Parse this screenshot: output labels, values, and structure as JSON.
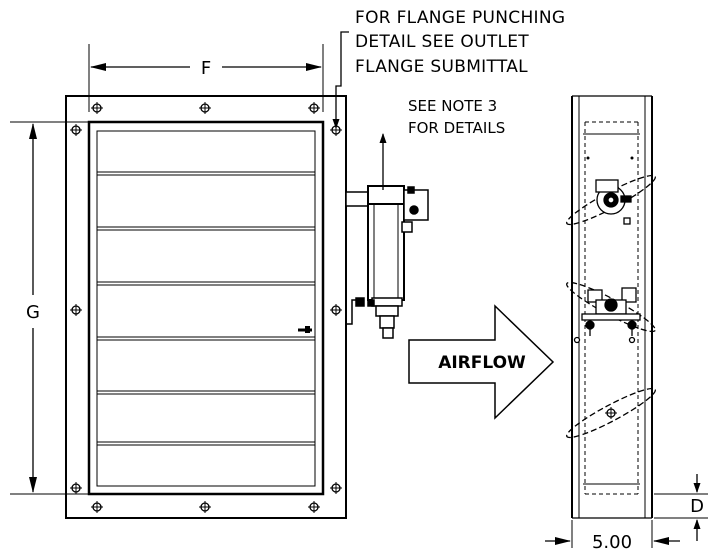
{
  "notes": {
    "flange_line1": "FOR FLANGE PUNCHING",
    "flange_line2": "DETAIL SEE OUTLET",
    "flange_line3": "FLANGE SUBMITTAL",
    "note3_line1": "SEE NOTE 3",
    "note3_line2": "FOR DETAILS"
  },
  "dimensions": {
    "width_label": "F",
    "height_label": "G",
    "depth_label": "D",
    "side_width": "5.00"
  },
  "airflow_label": "AIRFLOW"
}
